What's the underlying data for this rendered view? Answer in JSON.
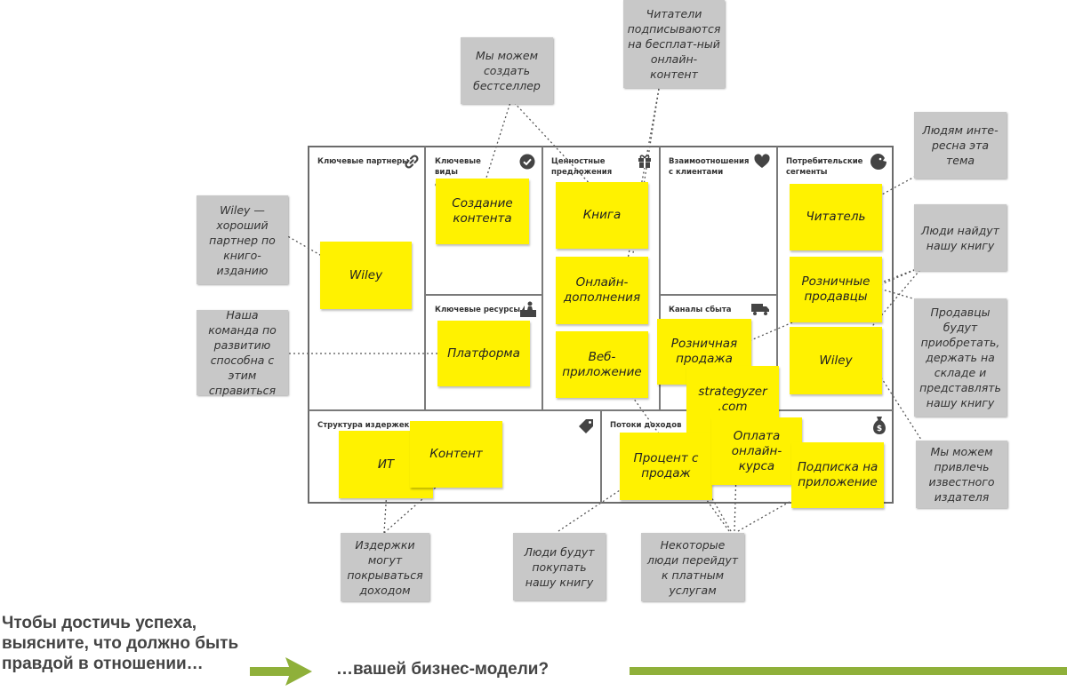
{
  "canvas": {
    "blocks": {
      "partners": "Ключевые партнеры",
      "activities": "Ключевые виды деятельности",
      "value": "Ценностные предложения",
      "relationships": "Взаимоотношения с клиентами",
      "segments": "Потребительские сегменты",
      "resources": "Ключевые ресурсы",
      "channels": "Каналы сбыта",
      "costs": "Структура издержек",
      "revenue": "Потоки доходов"
    },
    "stickies": {
      "wiley_partner": "Wiley",
      "content_creation": "Создание контента",
      "platform": "Платформа",
      "book": "Книга",
      "online_addons": "Онлайн-дополнения",
      "web_app": "Веб-приложение",
      "retail_channel": "Розничная продажа",
      "strategyzer": "strategyzer .com",
      "reader": "Читатель",
      "retail_sellers": "Розничные продавцы",
      "wiley_segment": "Wiley",
      "it": "ИТ",
      "content_cost": "Контент",
      "percent_sales": "Процент с продаж",
      "online_course": "Оплата онлайн-курса",
      "app_subscription": "Подписка на приложение"
    }
  },
  "notes": {
    "bestseller": "Мы можем создать бестселлер",
    "readers_subscribe": "Читатели подписываются на бесплат-ный онлайн-контент",
    "interesting": "Людям инте-ресна эта тема",
    "find_book": "Люди найдут нашу книгу",
    "sellers": "Продавцы будут приобретать, держать на складе и представлять нашу книгу",
    "publisher": "Мы можем привлечь известного издателя",
    "wiley_good": "Wiley — хороший партнер по книго-изданию",
    "team": "Наша команда по развитию способна с этим справиться",
    "costs_covered": "Издержки могут покрываться доходом",
    "buy_book": "Люди будут покупать нашу книгу",
    "paid_services": "Некоторые люди перейдут к платным услугам"
  },
  "bottom": {
    "left_text": "Чтобы достичь успеха, выясните, что должно быть правдой в отношении…",
    "right_text": "…вашей бизнес-модели?"
  },
  "colors": {
    "sticky": "#fff200",
    "note": "#c8c8c8",
    "arrow": "#8fb03a",
    "frame": "#6b6b6b"
  }
}
